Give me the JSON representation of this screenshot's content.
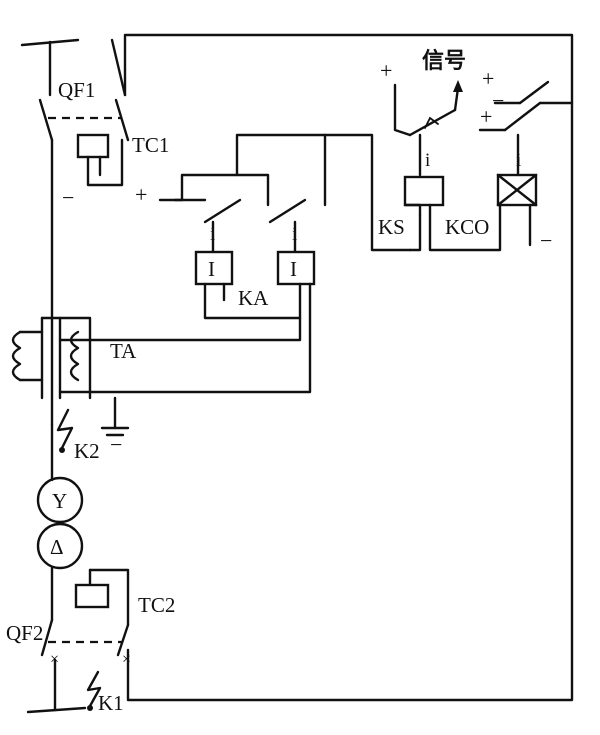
{
  "labels": {
    "qf1": "QF1",
    "tc1": "TC1",
    "ta": "TA",
    "ka": "KA",
    "ks": "KS",
    "kco": "KCO",
    "signal": "信号",
    "k2": "K2",
    "tc2": "TC2",
    "qf2": "QF2",
    "k1": "K1"
  },
  "symbols": {
    "i": "i",
    "current_relay": "I",
    "plus": "+",
    "minus": "−",
    "star": "Y",
    "delta": "Δ"
  }
}
